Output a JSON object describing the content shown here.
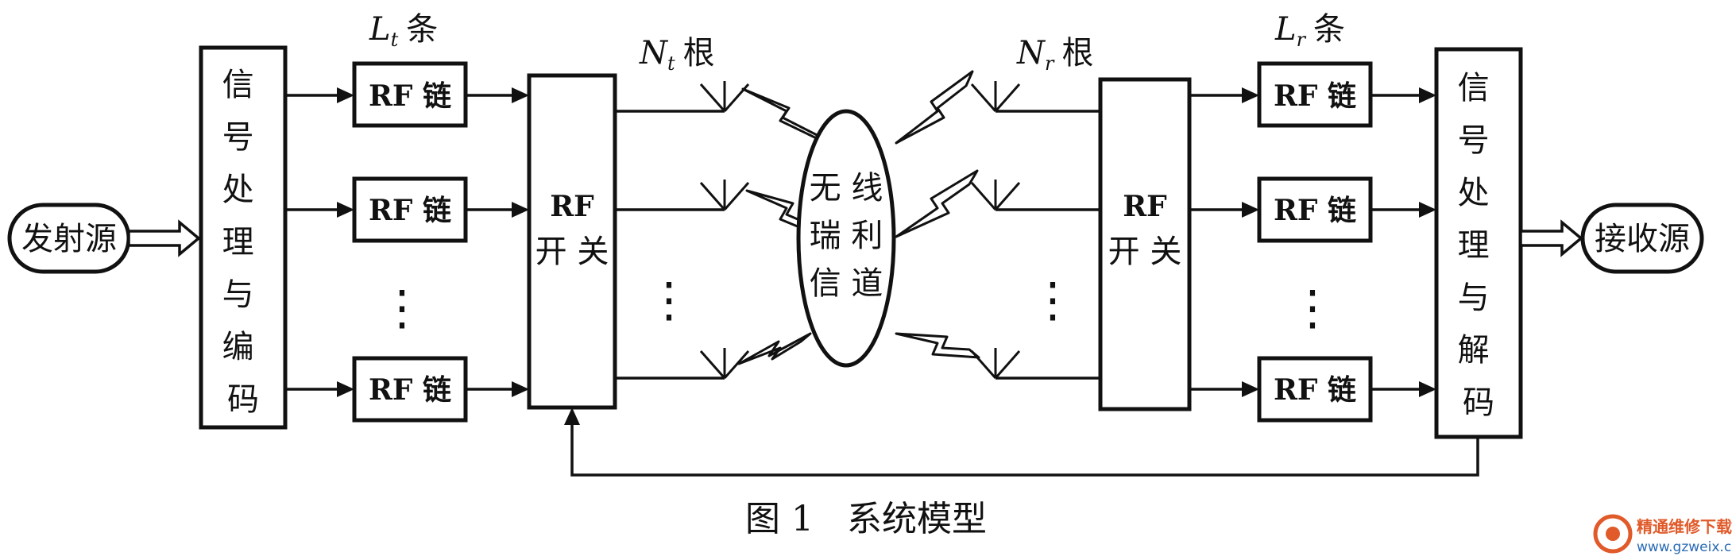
{
  "source": "发射源",
  "sink": "接收源",
  "tx_processor": [
    "信",
    "号",
    "处",
    "理",
    "与",
    "编",
    "码"
  ],
  "rx_processor": [
    "信",
    "号",
    "处",
    "理",
    "与",
    "解",
    "码"
  ],
  "rf_chain_label": "RF 链",
  "tx_chain_count": {
    "var": "L",
    "sub": "t",
    "unit": "条"
  },
  "rx_chain_count": {
    "var": "L",
    "sub": "r",
    "unit": "条"
  },
  "tx_antenna_count": {
    "var": "N",
    "sub": "t",
    "unit": "根"
  },
  "rx_antenna_count": {
    "var": "N",
    "sub": "r",
    "unit": "根"
  },
  "rf_switch": [
    "RF",
    "开 关"
  ],
  "channel": [
    "无 线",
    "瑞 利",
    "信 道"
  ],
  "ellipsis": "⋮",
  "caption": "图 1   系统模型",
  "watermark": {
    "name": "精通维修下载",
    "url": "www.gzweix.com"
  }
}
